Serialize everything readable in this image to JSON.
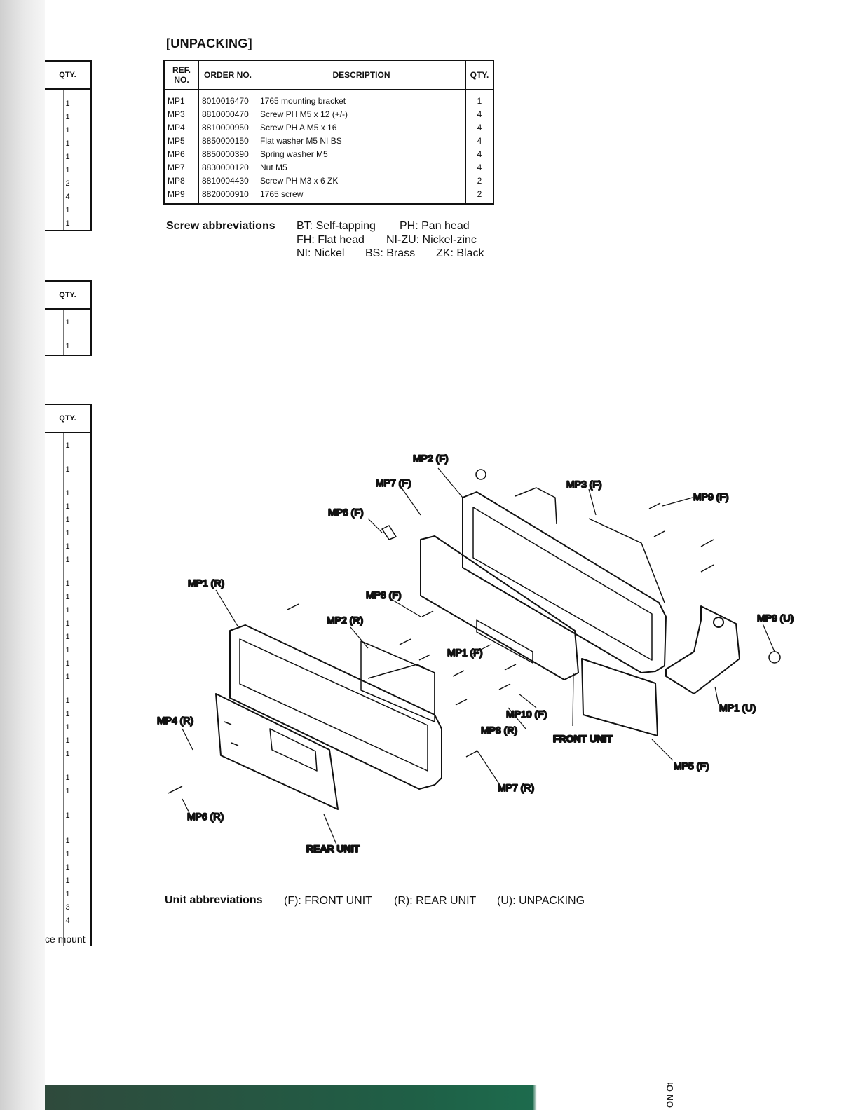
{
  "section_title": "[UNPACKING]",
  "parts_table": {
    "headers": {
      "ref_no": "REF. NO.",
      "order_no": "ORDER NO.",
      "description": "DESCRIPTION",
      "qty": "QTY."
    },
    "rows": [
      {
        "ref": "MP1",
        "order": "8010016470",
        "desc": "1765 mounting bracket",
        "qty": "1"
      },
      {
        "ref": "MP3",
        "order": "8810000470",
        "desc": "Screw PH M5 x 12 (+/-)",
        "qty": "4"
      },
      {
        "ref": "MP4",
        "order": "8810000950",
        "desc": "Screw PH A M5 x 16",
        "qty": "4"
      },
      {
        "ref": "MP5",
        "order": "8850000150",
        "desc": "Flat washer M5 NI BS",
        "qty": "4"
      },
      {
        "ref": "MP6",
        "order": "8850000390",
        "desc": "Spring washer M5",
        "qty": "4"
      },
      {
        "ref": "MP7",
        "order": "8830000120",
        "desc": "Nut M5",
        "qty": "4"
      },
      {
        "ref": "MP8",
        "order": "8810004430",
        "desc": "Screw PH M3 x 6 ZK",
        "qty": "2"
      },
      {
        "ref": "MP9",
        "order": "8820000910",
        "desc": "1765 screw",
        "qty": "2"
      }
    ]
  },
  "screw_abbreviations": {
    "label": "Screw abbreviations",
    "line1": [
      "BT: Self-tapping",
      "PH: Pan head"
    ],
    "line2": [
      "FH: Flat head",
      "NI-ZU: Nickel-zinc"
    ],
    "line3": [
      "NI: Nickel",
      "BS: Brass",
      "ZK: Black"
    ]
  },
  "unit_abbreviations": {
    "label": "Unit abbreviations",
    "items": [
      "(F): FRONT UNIT",
      "(R): REAR UNIT",
      "(U): UNPACKING"
    ]
  },
  "left_strips": {
    "header": "QTY.",
    "strip1": [
      "1",
      "1",
      "1",
      "1",
      "1",
      "1",
      "2",
      "4",
      "1",
      "1"
    ],
    "strip2": [
      "1",
      "1"
    ],
    "strip3": [
      "1",
      "1",
      "1",
      "1",
      "1",
      "1",
      "1",
      "1",
      "1",
      "1",
      "1",
      "1",
      "1",
      "1",
      "1",
      "1",
      "1",
      "1",
      "1",
      "1",
      "1",
      "1",
      "1",
      "1",
      "1",
      "1",
      "1",
      "1",
      "1",
      "3",
      "4"
    ],
    "caption": "ce mount"
  },
  "diagram": {
    "labels": {
      "mp2_f": "MP2 (F)",
      "mp7_f": "MP7 (F)",
      "mp6_f": "MP6 (F)",
      "mp3_f": "MP3 (F)",
      "mp9_f": "MP9 (F)",
      "mp1_r": "MP1 (R)",
      "mp8_f": "MP8 (F)",
      "mp2_r": "MP2 (R)",
      "mp9_u": "MP9 (U)",
      "mp1_f": "MP1 (F)",
      "mp10_f": "MP10 (F)",
      "mp1_u": "MP1 (U)",
      "mp4_r": "MP4 (R)",
      "mp8_r": "MP8 (R)",
      "front_unit": "FRONT UNIT",
      "mp5_f": "MP5 (F)",
      "mp7_r": "MP7 (R)",
      "mp6_r": "MP6 (R)",
      "rear_unit": "REAR UNIT"
    }
  },
  "footer_fragment": "ON Off"
}
